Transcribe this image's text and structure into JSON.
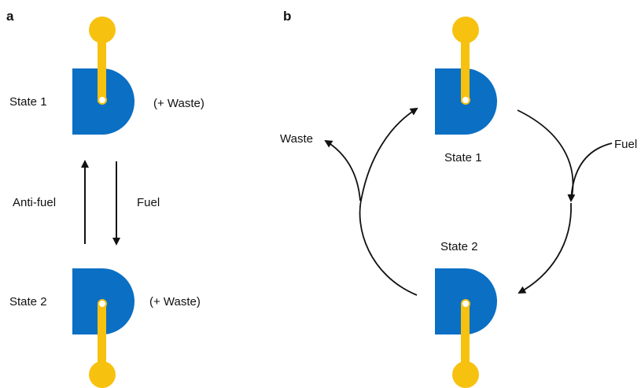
{
  "panel_a": {
    "letter": "a",
    "state1_label": "State 1",
    "state1_waste": "(+ Waste)",
    "state2_label": "State 2",
    "state2_waste": "(+ Waste)",
    "antifuel_label": "Anti-fuel",
    "fuel_label": "Fuel"
  },
  "panel_b": {
    "letter": "b",
    "state1_label": "State 1",
    "state2_label": "State 2",
    "fuel_label": "Fuel",
    "waste_label": "Waste"
  },
  "colors": {
    "body_blue": "#0b6fc4",
    "lever_yellow": "#f7c10f",
    "arrow_black": "#111111"
  },
  "icons": {
    "state1_shape": "d-shape-lever-up",
    "state2_shape": "d-shape-lever-down"
  }
}
